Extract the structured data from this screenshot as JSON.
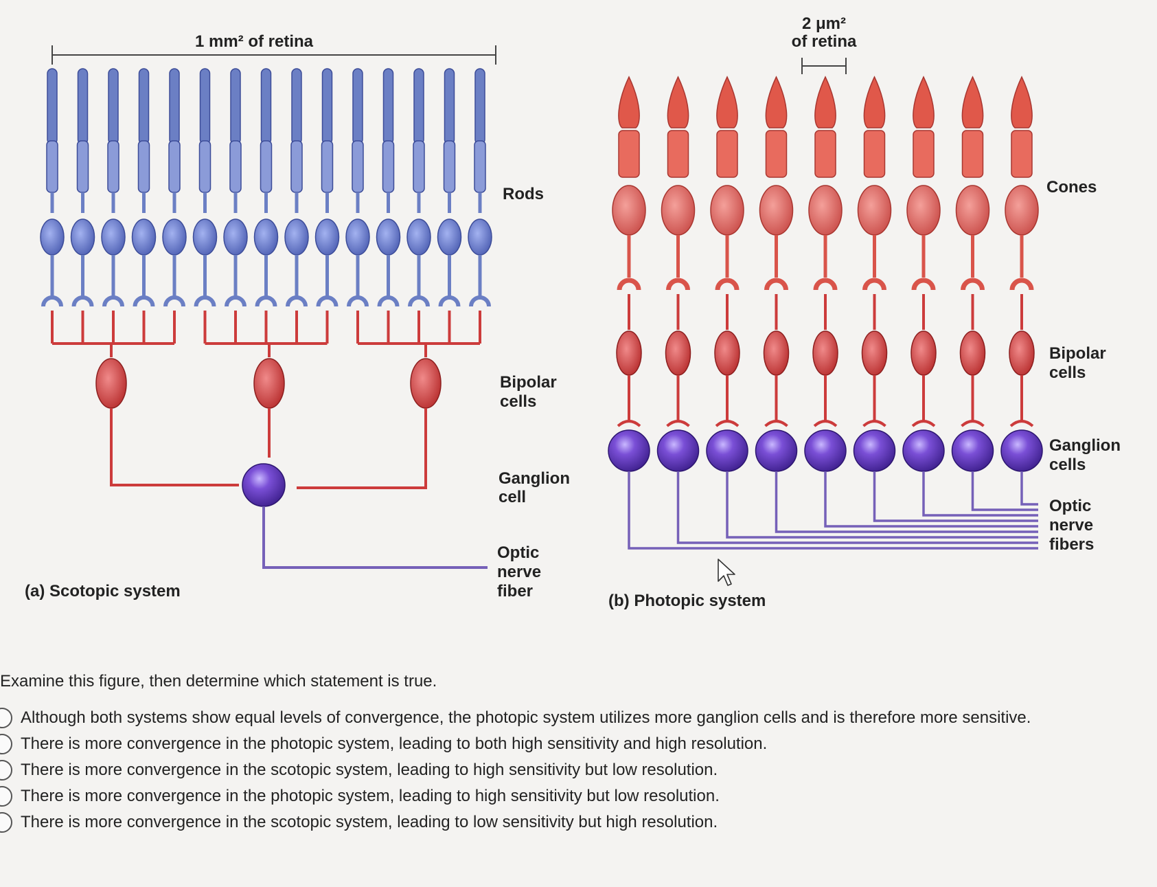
{
  "figure": {
    "scotopic": {
      "scale_label": "1 mm² of retina",
      "rods_label": "Rods",
      "bipolar_label": [
        "Bipolar",
        "cells"
      ],
      "ganglion_label": [
        "Ganglion",
        "cell"
      ],
      "optic_label": [
        "Optic",
        "nerve",
        "fiber"
      ],
      "caption": "(a) Scotopic system"
    },
    "photopic": {
      "scale_label": [
        "2 μm²",
        "of retina"
      ],
      "cones_label": "Cones",
      "bipolar_label": [
        "Bipolar",
        "cells"
      ],
      "ganglion_label": [
        "Ganglion",
        "cells"
      ],
      "optic_label": [
        "Optic",
        "nerve",
        "fibers"
      ],
      "caption": "(b) Photopic system"
    },
    "colors": {
      "rod": "#6b7fc4",
      "cone": "#e0584a",
      "bipolar": "#cc3b3b",
      "ganglion": "#6a3fc0",
      "nerve": "#7560b8"
    }
  },
  "question": {
    "prompt": "Examine this figure, then determine which statement is true.",
    "options": [
      "Although both systems show equal levels of convergence, the photopic system utilizes more ganglion cells and is therefore more sensitive.",
      "There is more convergence in the photopic system, leading to both high sensitivity and high resolution.",
      "There is more convergence in the scotopic system, leading to high sensitivity but low resolution.",
      "There is more convergence in the photopic system, leading to high sensitivity but low resolution.",
      "There is more convergence in the scotopic system, leading to low sensitivity but high resolution."
    ]
  }
}
